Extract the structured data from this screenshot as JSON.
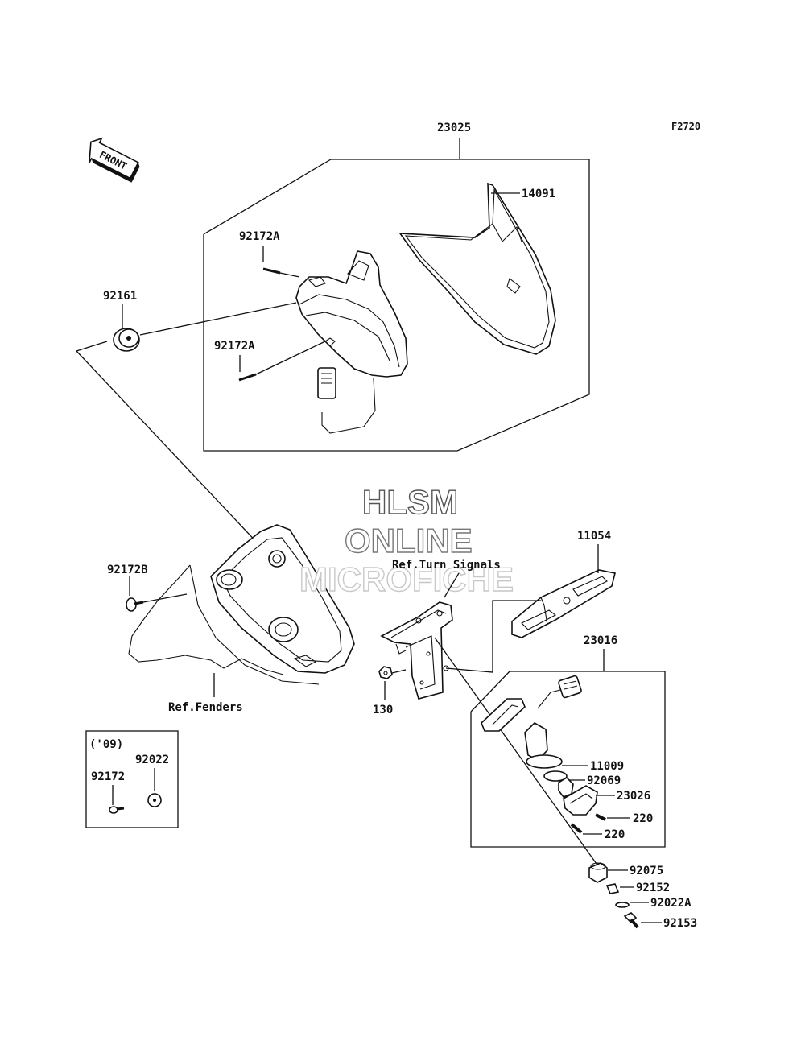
{
  "diagram_code": "F2720",
  "front_label": "FRONT",
  "watermark": {
    "line1": "HLSM",
    "line2": "ONLINE",
    "line3": "MICROFICHE",
    "color": "#555555",
    "faint_color": "#c8c8c8"
  },
  "parts": {
    "p23025": "23025",
    "p14091": "14091",
    "p92172A_top": "92172A",
    "p92161": "92161",
    "p92172A_mid": "92172A",
    "p92172B": "92172B",
    "ref_fenders": "Ref.Fenders",
    "ref_turn_signals": "Ref.Turn Signals",
    "p11054": "11054",
    "p23016": "23016",
    "p130": "130",
    "p11009": "11009",
    "p92069": "92069",
    "p23026": "23026",
    "p220_a": "220",
    "p220_b": "220",
    "p92075": "92075",
    "p92152": "92152",
    "p92022A": "92022A",
    "p92153": "92153"
  },
  "inset": {
    "year": "('09)",
    "p92022": "92022",
    "p92172": "92172"
  }
}
